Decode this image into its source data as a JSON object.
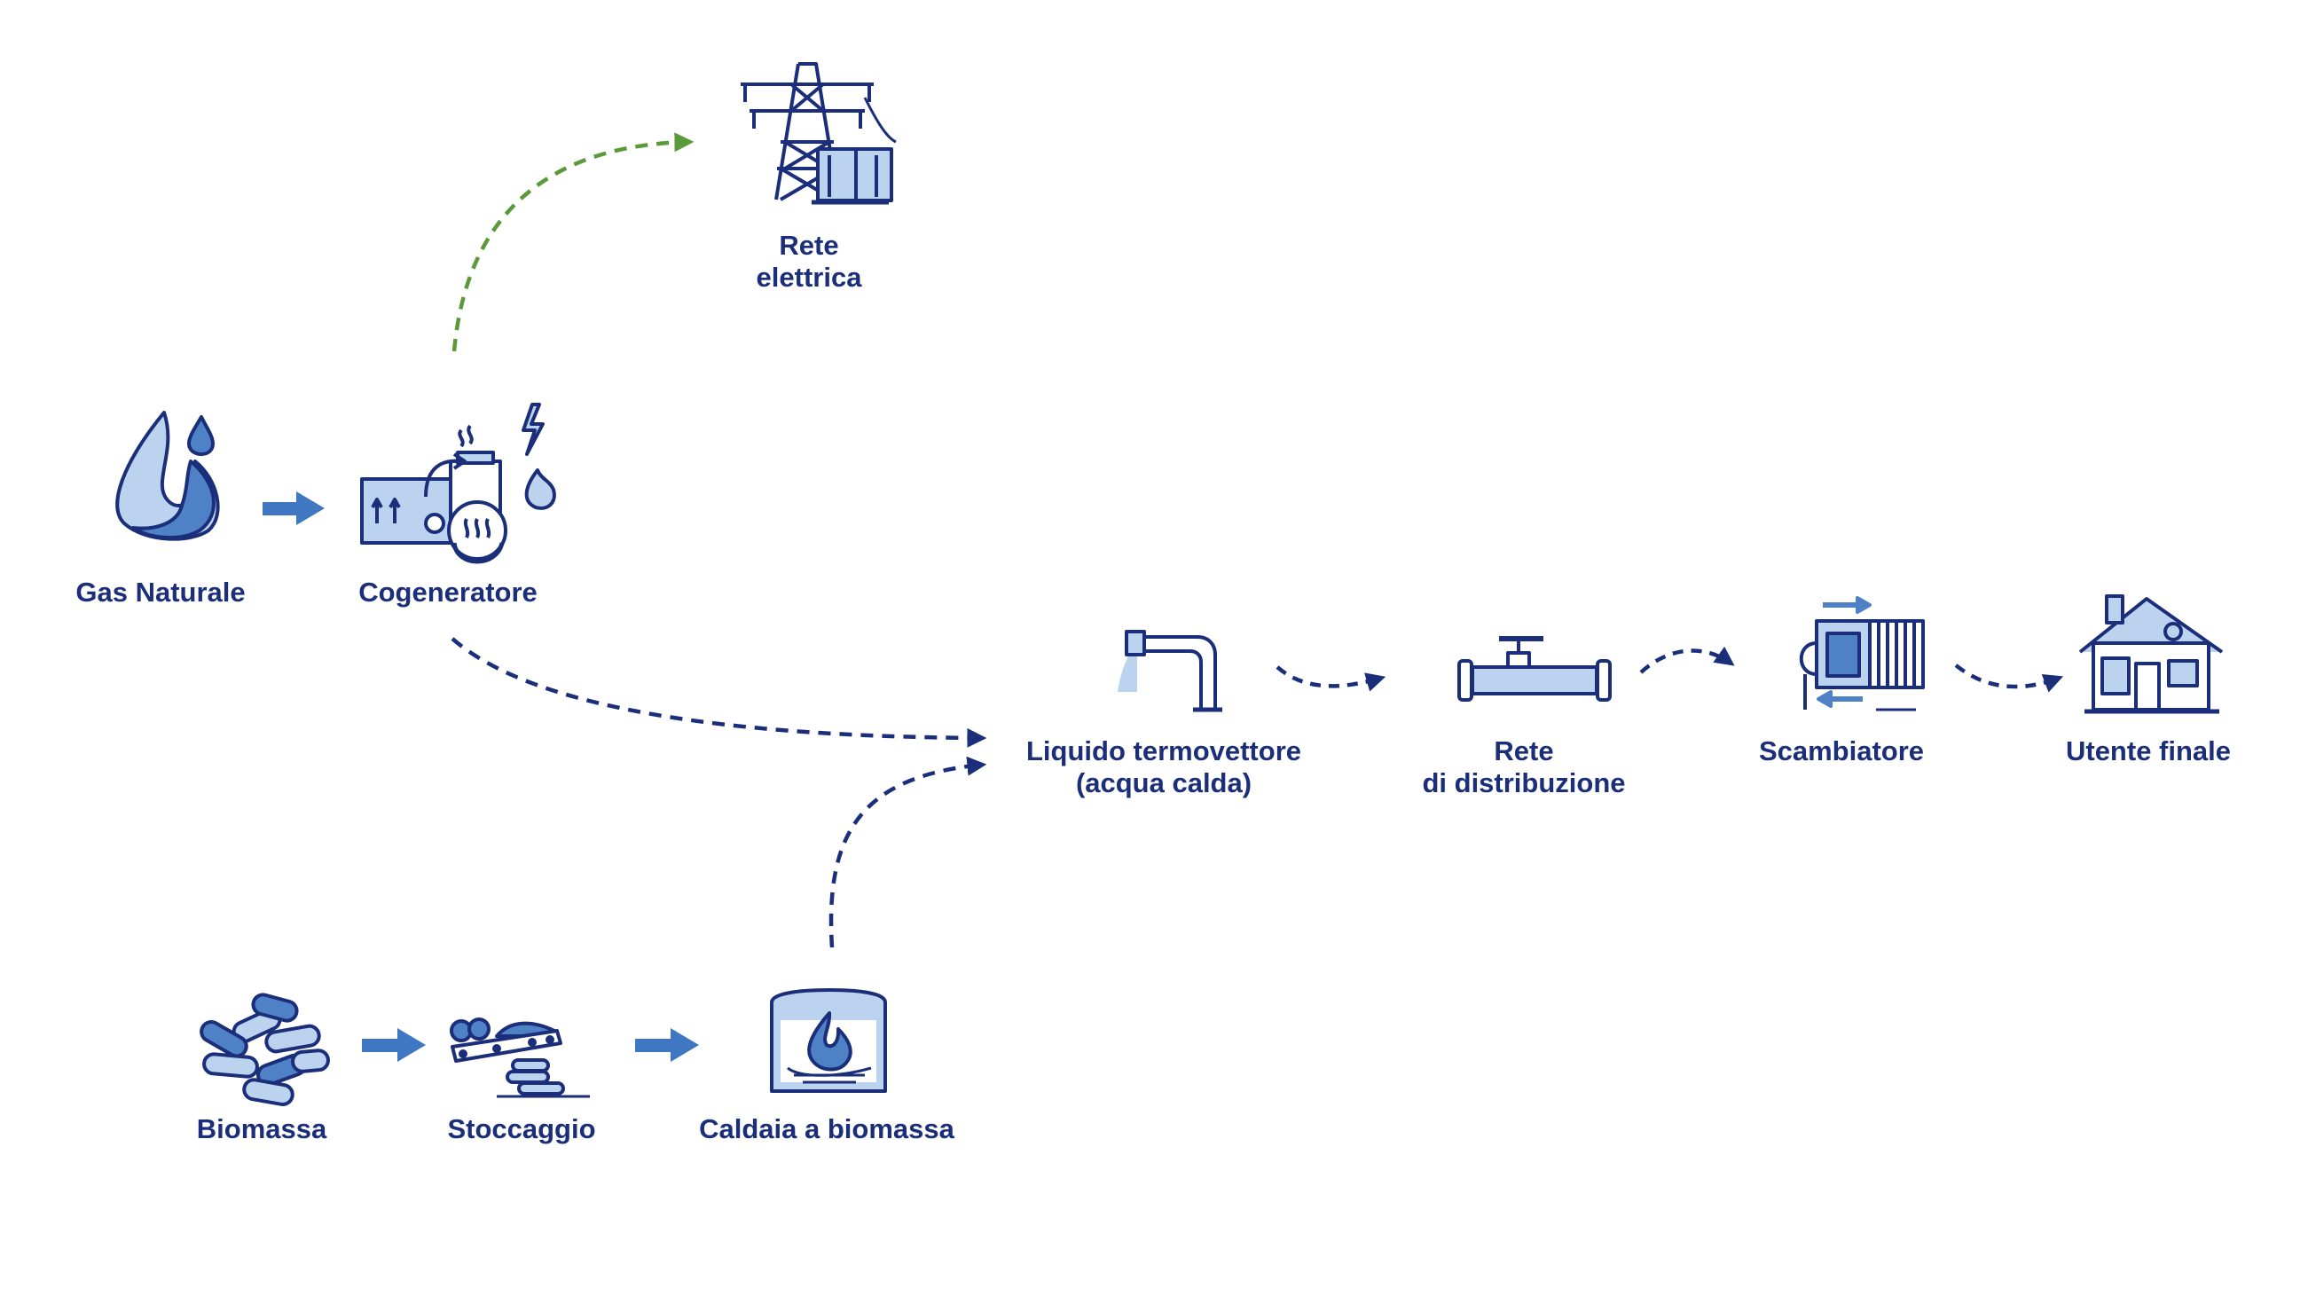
{
  "colors": {
    "navy": "#1b2e7a",
    "light_blue": "#bcd3ef",
    "mid_blue": "#4f81c7",
    "arrow_blue": "#3f77c2",
    "green": "#5a9a3a"
  },
  "nodes": {
    "gas_naturale": {
      "label": "Gas Naturale",
      "icon": "flame-droplet-icon"
    },
    "cogeneratore": {
      "label": "Cogeneratore",
      "icon": "cogenerator-icon"
    },
    "rete_elettrica": {
      "label_line1": "Rete",
      "label_line2": "elettrica",
      "icon": "power-pylon-icon"
    },
    "liquido": {
      "label_line1": "Liquido termovettore",
      "label_line2": "(acqua calda)",
      "icon": "faucet-icon"
    },
    "rete_distribuzione": {
      "label_line1": "Rete",
      "label_line2": "di distribuzione",
      "icon": "pipe-valve-icon"
    },
    "scambiatore": {
      "label": "Scambiatore",
      "icon": "heat-exchanger-icon"
    },
    "utente_finale": {
      "label": "Utente finale",
      "icon": "house-icon"
    },
    "biomassa": {
      "label": "Biomassa",
      "icon": "wood-logs-icon"
    },
    "stoccaggio": {
      "label": "Stoccaggio",
      "icon": "conveyor-storage-icon"
    },
    "caldaia": {
      "label": "Caldaia a biomassa",
      "icon": "biomass-boiler-icon"
    }
  }
}
